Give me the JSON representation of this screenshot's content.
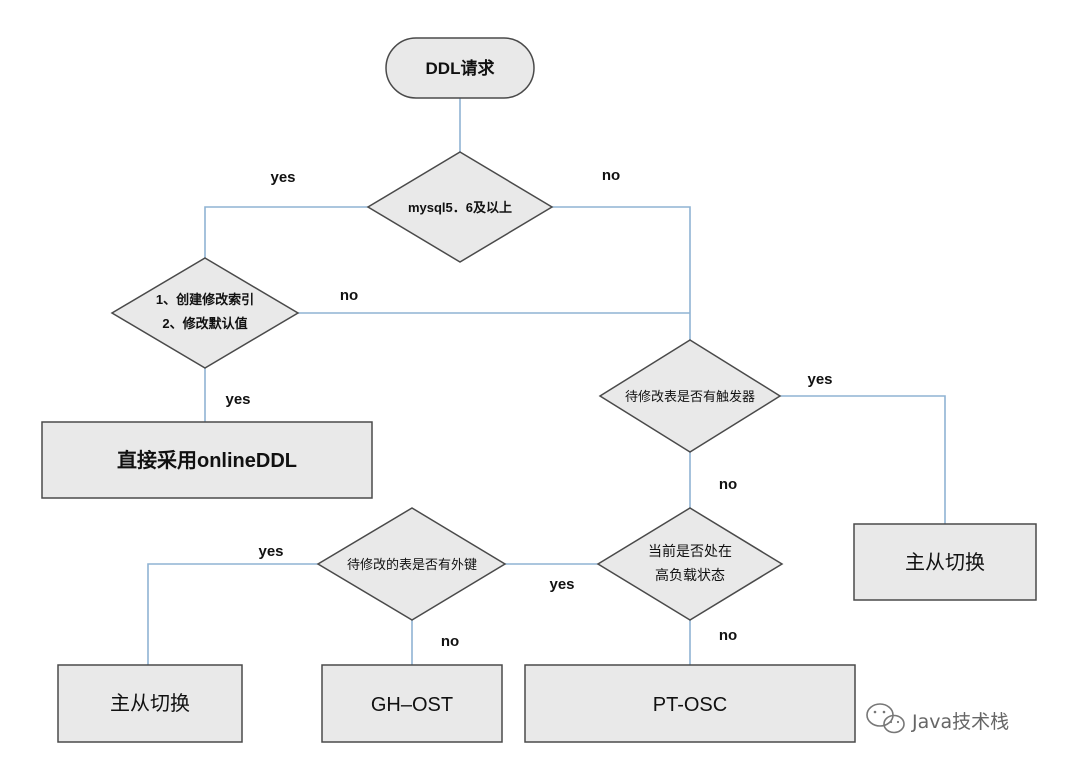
{
  "diagram": {
    "start": {
      "label": "DDL请求"
    },
    "decision_version": {
      "label": "mysql5．6及以上"
    },
    "decision_ops": {
      "line1": "1、创建修改索引",
      "line2": "2、修改默认值"
    },
    "action_online": {
      "label": "直接采用onlineDDL"
    },
    "decision_trigger": {
      "label": "待修改表是否有触发器"
    },
    "action_switch_right": {
      "label": "主从切换"
    },
    "decision_load": {
      "line1": "当前是否处在",
      "line2": "高负载状态"
    },
    "decision_fk": {
      "label": "待修改的表是否有外键"
    },
    "action_switch_left": {
      "label": "主从切换"
    },
    "action_ghost": {
      "label": "GH–OST"
    },
    "action_ptosc": {
      "label": "PT-OSC"
    },
    "edge_labels": {
      "version_yes": "yes",
      "version_no": "no",
      "ops_no": "no",
      "ops_yes": "yes",
      "trigger_yes": "yes",
      "trigger_no": "no",
      "load_yes": "yes",
      "load_no": "no",
      "fk_yes": "yes",
      "fk_no": "no"
    }
  },
  "watermark": {
    "text": "Java技术栈",
    "icon": "wechat-icon"
  }
}
